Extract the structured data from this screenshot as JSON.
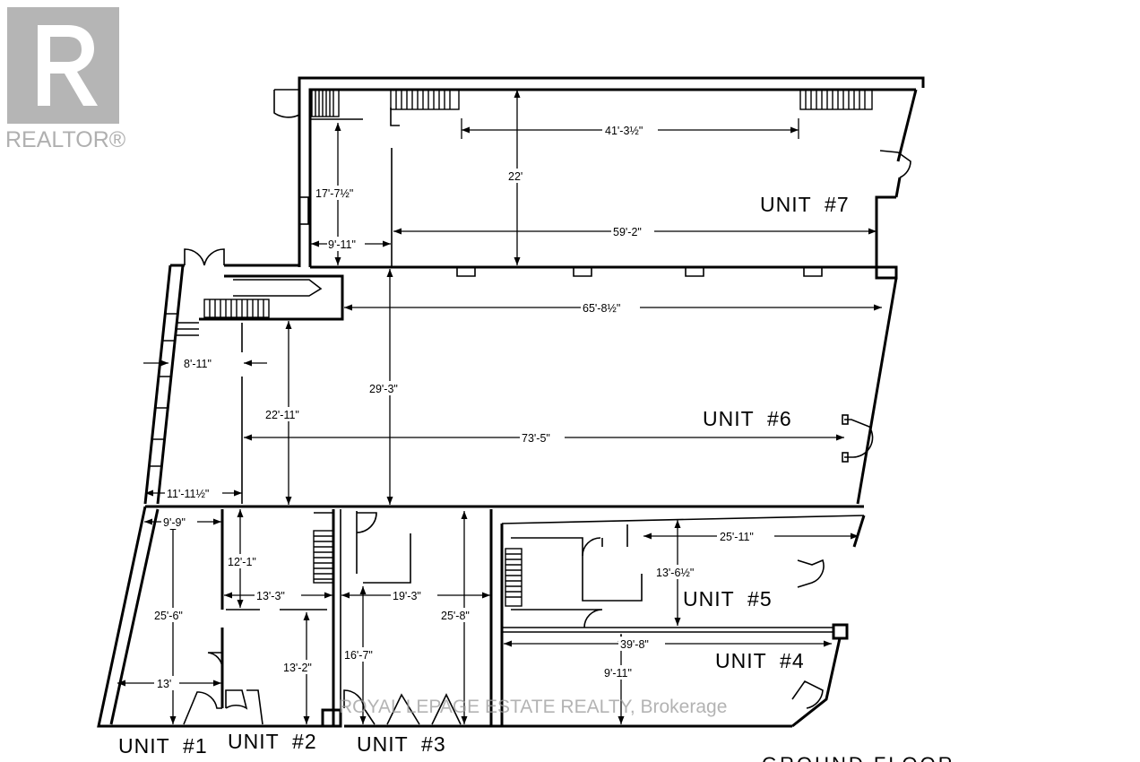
{
  "logo": {
    "wordmark": "REALTOR®",
    "emblem_icon": "realtor-r-emblem-icon",
    "color": "#b5b5b5"
  },
  "watermark": {
    "text": "ROYAL LEPAGE ESTATE REALTY, Brokerage",
    "color": "#9a9a9a"
  },
  "title": "GROUND FLOOR",
  "units": [
    {
      "id": "unit-7",
      "label": "UNIT  #7"
    },
    {
      "id": "unit-6",
      "label": "UNIT  #6"
    },
    {
      "id": "unit-5",
      "label": "UNIT  #5"
    },
    {
      "id": "unit-4",
      "label": "UNIT  #4"
    },
    {
      "id": "unit-1",
      "label": "UNIT  #1"
    },
    {
      "id": "unit-2",
      "label": "UNIT  #2"
    },
    {
      "id": "unit-3",
      "label": "UNIT  #3"
    }
  ],
  "dimensions": [
    {
      "id": "d1",
      "unit": "unit-7",
      "text": "41'-3½\""
    },
    {
      "id": "d2",
      "unit": "unit-7",
      "text": "22'"
    },
    {
      "id": "d3",
      "unit": "unit-7",
      "text": "17'-7½\""
    },
    {
      "id": "d4",
      "unit": "unit-7",
      "text": "9'-11\""
    },
    {
      "id": "d5",
      "unit": "unit-7",
      "text": "59'-2\""
    },
    {
      "id": "d6",
      "unit": "unit-6",
      "text": "65'-8½\""
    },
    {
      "id": "d7",
      "unit": "unit-6",
      "text": "8'-11\""
    },
    {
      "id": "d8",
      "unit": "unit-6",
      "text": "29'-3\""
    },
    {
      "id": "d9",
      "unit": "unit-6",
      "text": "22'-11\""
    },
    {
      "id": "d10",
      "unit": "unit-6",
      "text": "73'-5\""
    },
    {
      "id": "d11",
      "unit": "unit-6",
      "text": "11'-11½\""
    },
    {
      "id": "d12",
      "unit": "unit-1",
      "text": "9'-9\""
    },
    {
      "id": "d13",
      "unit": "unit-2",
      "text": "12'-1\""
    },
    {
      "id": "d14",
      "unit": "unit-2",
      "text": "13'-3\""
    },
    {
      "id": "d15",
      "unit": "unit-3",
      "text": "19'-3\""
    },
    {
      "id": "d16",
      "unit": "unit-1",
      "text": "25'-6\""
    },
    {
      "id": "d17",
      "unit": "unit-3",
      "text": "25'-8\""
    },
    {
      "id": "d18",
      "unit": "unit-2",
      "text": "13'-2\""
    },
    {
      "id": "d19",
      "unit": "unit-3",
      "text": "16'-7\""
    },
    {
      "id": "d20",
      "unit": "unit-1",
      "text": "13'"
    },
    {
      "id": "d21",
      "unit": "unit-5",
      "text": "25'-11\""
    },
    {
      "id": "d22",
      "unit": "unit-5",
      "text": "13'-6½\""
    },
    {
      "id": "d23",
      "unit": "unit-4",
      "text": "39'-8\""
    },
    {
      "id": "d24",
      "unit": "unit-4",
      "text": "9'-11\""
    }
  ]
}
